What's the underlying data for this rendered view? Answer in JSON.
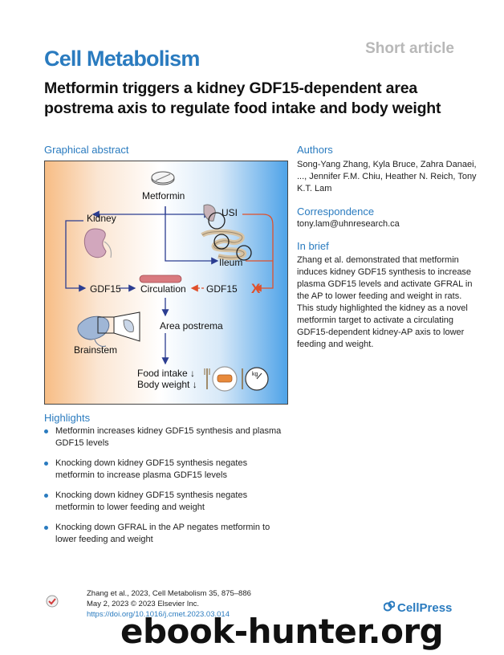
{
  "header": {
    "article_type": "Short article",
    "journal": "Cell Metabolism",
    "title": "Metformin triggers a kidney GDF15-dependent area postrema axis to regulate food intake and body weight"
  },
  "graphical_abstract": {
    "heading": "Graphical abstract",
    "labels": {
      "metformin": "Metformin",
      "kidney": "Kidney",
      "usi": "USI",
      "ileum": "Ileum",
      "gdf15_left": "GDF15",
      "circulation": "Circulation",
      "gdf15_right": "GDF15",
      "area_postrema": "Area postrema",
      "brainstem": "Brainstem",
      "food_intake": "Food intake ↓",
      "body_weight": "Body weight ↓",
      "scale_kg": "kg"
    },
    "colors": {
      "arrow_blue": "#2b3d91",
      "arrow_red": "#e0502b",
      "kidney": "#d2a7bd",
      "circulation": "#d97a7f"
    }
  },
  "authors": {
    "heading": "Authors",
    "names": "Song-Yang Zhang, Kyla Bruce, Zahra Danaei, ..., Jennifer F.M. Chiu, Heather N. Reich, Tony K.T. Lam"
  },
  "correspondence": {
    "heading": "Correspondence",
    "email": "tony.lam@uhnresearch.ca"
  },
  "in_brief": {
    "heading": "In brief",
    "text": "Zhang et al. demonstrated that metformin induces kidney GDF15 synthesis to increase plasma GDF15 levels and activate GFRAL in the AP to lower feeding and weight in rats. This study highlighted the kidney as a novel metformin target to activate a circulating GDF15-dependent kidney-AP axis to lower feeding and weight."
  },
  "highlights": {
    "heading": "Highlights",
    "items": [
      "Metformin increases kidney GDF15 synthesis and plasma GDF15 levels",
      "Knocking down kidney GDF15 synthesis negates metformin to increase plasma GDF15 levels",
      "Knocking down kidney GDF15 synthesis negates metformin to lower feeding and weight",
      "Knocking down GFRAL in the AP negates metformin to lower feeding and weight"
    ]
  },
  "footer": {
    "citation": "Zhang et al., 2023, Cell Metabolism 35, 875–886",
    "date": "May 2, 2023 © 2023 Elsevier Inc.",
    "doi": "https://doi.org/10.1016/j.cmet.2023.03.014",
    "publisher": "CellPress",
    "watermark": "ebook-hunter.org"
  },
  "colors": {
    "accent": "#2a7bbf"
  }
}
